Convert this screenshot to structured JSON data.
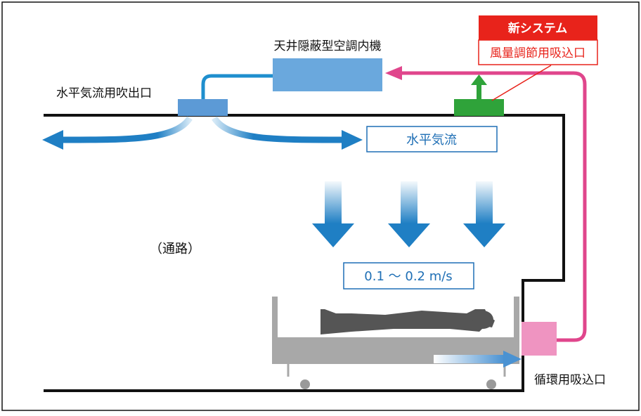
{
  "labels": {
    "ac_unit": "天井隠蔽型空調内機",
    "outlet": "水平気流用吹出口",
    "horizontal_flow": "水平気流",
    "corridor": "（通路）",
    "velocity": "0.1 〜 0.2 m/s",
    "circulation_inlet": "循環用吸込口"
  },
  "new_system": {
    "title": "新システム",
    "subtitle": "風量調節用吸込口"
  },
  "colors": {
    "frame": "#111111",
    "duct_blue": "#1f8fce",
    "arrow_blue": "#1f7fc4",
    "unit_blue": "#6aa8dd",
    "outlet_blue": "#5c9ad6",
    "pink": "#e0468c",
    "pink_box": "#ef94c1",
    "green": "#2fa33a",
    "red": "#e8231b",
    "bed_grey": "#a8a8a8",
    "person_grey": "#555555",
    "label_box_border": "#1f6fb5"
  }
}
